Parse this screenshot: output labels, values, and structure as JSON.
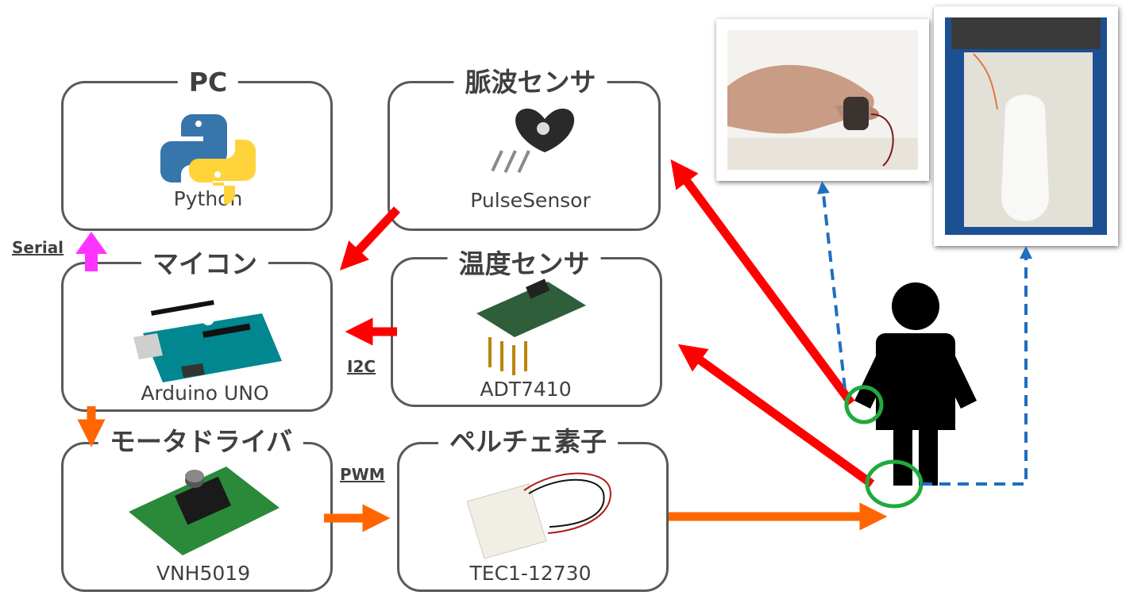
{
  "blocks": {
    "pc": {
      "title": "PC",
      "caption": "Python"
    },
    "pulse": {
      "title": "脈波センサ",
      "caption": "PulseSensor"
    },
    "mcu": {
      "title": "マイコン",
      "caption": "Arduino UNO"
    },
    "temp": {
      "title": "温度センサ",
      "caption": "ADT7410"
    },
    "driver": {
      "title": "モータドライバ",
      "caption": "VNH5019"
    },
    "peltier": {
      "title": "ペルチェ素子",
      "caption": "TEC1-12730"
    }
  },
  "connections": {
    "serial": "Serial",
    "i2c": "I2C",
    "pwm": "PWM"
  },
  "colors": {
    "sensor_arrow": "#ff0000",
    "control_arrow": "#ff6600",
    "serial_arrow": "#ff33ff",
    "dashed_arrow": "#1f6fbf",
    "highlight_circle": "#1faa3c"
  },
  "icons": [
    "python-logo-icon",
    "pulse-sensor-icon",
    "arduino-board-icon",
    "temperature-sensor-icon",
    "motor-driver-icon",
    "peltier-element-icon",
    "person-icon",
    "finger-sensor-photo",
    "foot-peltier-photo"
  ]
}
